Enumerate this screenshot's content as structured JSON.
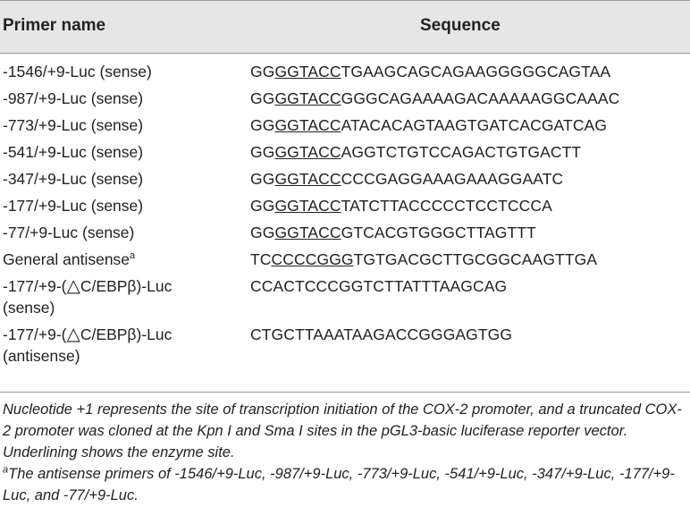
{
  "header": {
    "col_name": "Primer name",
    "col_sequence": "Sequence"
  },
  "rows": [
    {
      "name": "-1546/+9-Luc (sense)",
      "pre": "GG",
      "site": "GGTACC",
      "post": "TGAAGCAGCAGAAGGGGGCAGTAA"
    },
    {
      "name": "-987/+9-Luc (sense)",
      "pre": "GG",
      "site": "GGTACC",
      "post": "GGGCAGAAAAGACAAAAAGGCAAAC"
    },
    {
      "name": "-773/+9-Luc (sense)",
      "pre": "GG",
      "site": "GGTACC",
      "post": "ATACACAGTAAGTGATCACGATCAG"
    },
    {
      "name": "-541/+9-Luc (sense)",
      "pre": "GG",
      "site": "GGTACC",
      "post": "AGGTCTGTCCAGACTGTGACTT"
    },
    {
      "name": "-347/+9-Luc (sense)",
      "pre": "GG",
      "site": "GGTACC",
      "post": "CCCGAGGAAAGAAAGGAATC"
    },
    {
      "name": "-177/+9-Luc (sense)",
      "pre": "GG",
      "site": "GGTACC",
      "post": "TATCTTACCCCCTCCTCCCA"
    },
    {
      "name": "-77/+9-Luc (sense)",
      "pre": "GG",
      "site": "GGTACC",
      "post": "GTCACGTGGGCTTAGTTT"
    },
    {
      "name": "General antisense",
      "name_sup": "a",
      "pre": "TC",
      "site": "CCCCGGG",
      "post": "TGTGACGCTTGCGGCAAGTTGA"
    }
  ],
  "mutant_rows": [
    {
      "name_pre": "-177/+9-(",
      "triangle": "△",
      "name_mid": "C/EBPβ)-Luc",
      "name_line2": "(sense)",
      "sequence": "CCACTCCCGGTCTTATTTAAGCAG"
    },
    {
      "name_pre": "-177/+9-(",
      "triangle": "△",
      "name_mid": "C/EBPβ)-Luc",
      "name_line2": "(antisense)",
      "sequence": "CTGCTTAAATAAGACCGGGAGTGG"
    }
  ],
  "footnotes": {
    "note1": "Nucleotide +1 represents the site of transcription initiation of the COX-2 promoter, and a truncated COX-2 promoter was cloned at the Kpn I and Sma I sites in the pGL3-basic luciferase reporter vector. Underlining shows the enzyme site.",
    "note2_sup": "a",
    "note2": "The antisense primers of -1546/+9-Luc, -987/+9-Luc, -773/+9-Luc, -541/+9-Luc, -347/+9-Luc, -177/+9-Luc, and -77/+9-Luc."
  }
}
